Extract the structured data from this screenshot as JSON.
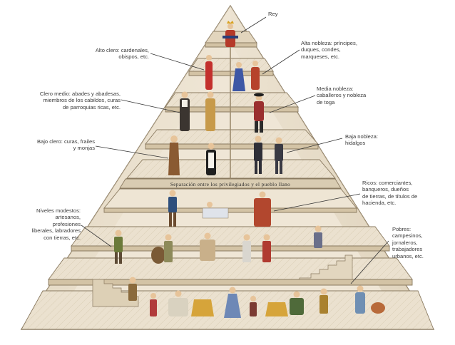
{
  "labels": {
    "rey": "Rey",
    "alto_clero": "Alto clero: cardenales,\nobispos, etc.",
    "alta_nobleza": "Alta nobleza: príncipes,\nduques, condes,\nmarqueses, etc.",
    "clero_medio": "Clero medio: abades y abadesas,\nmiembros de los cabildos, curas\nde parroquias ricas, etc.",
    "media_nobleza": "Media nobleza:\ncaballeros y nobleza\nde toga",
    "bajo_clero": "Bajo clero: curas, frailes\ny monjas",
    "baja_nobleza": "Baja nobleza:\nhidalgos",
    "separacion": "Separación entre los privilegiados y el pueblo llano",
    "ricos": "Ricos: comerciantes,\nbanqueros, dueños\nde tierras, de títulos de\nhacienda, etc.",
    "niveles_modestos": "Niveles modestos:\nartesanos,\nprofesiones\nliberales, labradores\ncon tierras, etc.",
    "pobres": "Pobres:\ncampesinos,\njornaleros,\ntrabajadores\nurbanos, etc."
  },
  "colors": {
    "outline": "#8a7a60",
    "stone_light": "#f1e8d8",
    "stone_mid": "#e6d9c2",
    "stone_dark": "#cfbfa3",
    "floor": "#ebe1cf",
    "leader": "#333333"
  }
}
